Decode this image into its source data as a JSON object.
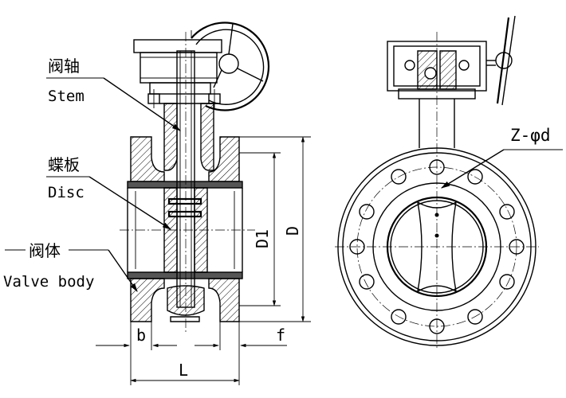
{
  "labels": {
    "stem_cn": "阀轴",
    "stem_en": "Stem",
    "disc_cn": "蝶板",
    "disc_en": "Disc",
    "body_cn": "阀体",
    "body_en": "Valve body"
  },
  "dimensions": {
    "b": "b",
    "f": "f",
    "L": "L",
    "D1": "D1",
    "D": "D",
    "holes": "Z-φd"
  }
}
